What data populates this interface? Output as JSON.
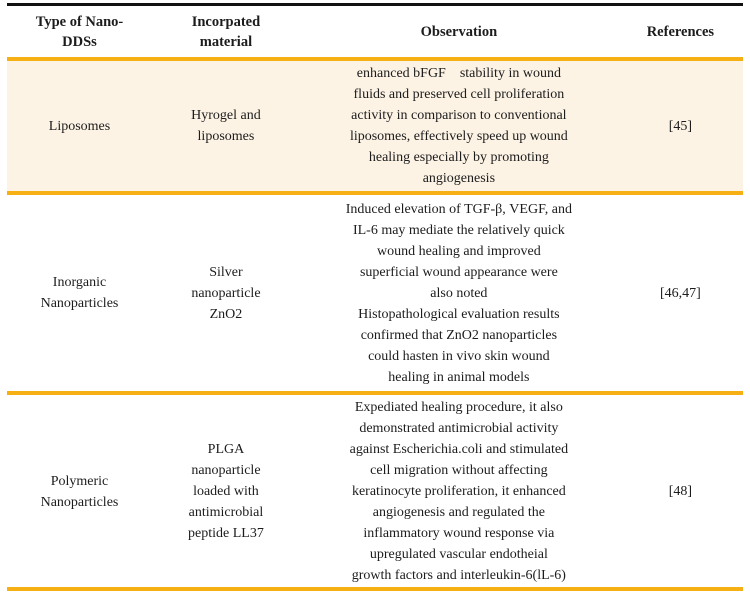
{
  "colors": {
    "accent_line": "#F7B013",
    "top_rule": "#111111",
    "highlight_row_bg": "#FCF3E5",
    "text": "#1c1c1c",
    "page_bg": "#ffffff"
  },
  "table": {
    "columns": [
      {
        "label": "Type of Nano-\nDDSs"
      },
      {
        "label": "Incorpated\nmaterial"
      },
      {
        "label": "Observation"
      },
      {
        "label": "References"
      }
    ],
    "rows": [
      {
        "type": "Liposomes",
        "material": "Hyrogel and\nliposomes",
        "observation": "enhanced bFGF    stability in wound\nfluids and preserved cell proliferation\nactivity in comparison to conventional\nliposomes, effectively speed up wound\nhealing especially by promoting\nangiogenesis",
        "reference": "[45]",
        "highlighted": true
      },
      {
        "type": "Inorganic\nNanoparticles",
        "material": "Silver\nnanoparticle\nZnO2",
        "observation": "Induced elevation of TGF-β, VEGF, and\nIL-6 may mediate the relatively quick\nwound healing and improved\nsuperficial wound appearance were\nalso noted\nHistopathological evaluation results\nconfirmed that ZnO2 nanoparticles\ncould hasten in vivo skin wound\nhealing in animal models",
        "reference": "[46,47]",
        "highlighted": false
      },
      {
        "type": "Polymeric\nNanoparticles",
        "material": "PLGA\nnanoparticle\nloaded with\nantimicrobial\npeptide LL37",
        "observation": "Expediated healing procedure, it also\ndemonstrated antimicrobial activity\nagainst Escherichia.coli and stimulated\ncell migration without affecting\nkeratinocyte proliferation, it enhanced\nangiogenesis and regulated the\ninflammatory wound response via\nupregulated vascular endotheial\ngrowth factors and interleukin-6(lL-6)",
        "reference": "[48]",
        "highlighted": false
      }
    ]
  }
}
